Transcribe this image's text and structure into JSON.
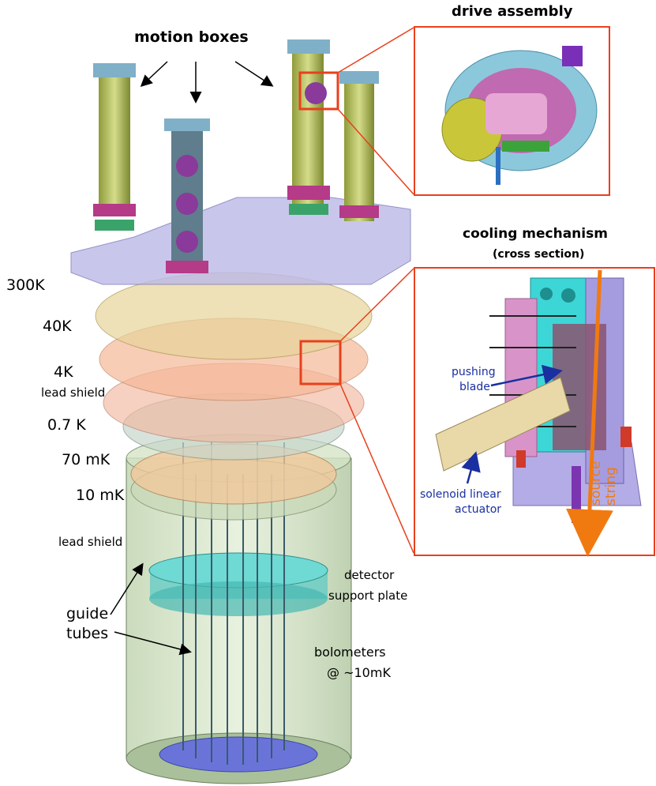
{
  "labels": {
    "motion_boxes": "motion boxes",
    "drive_assembly": "drive assembly",
    "cooling_mechanism": "cooling mechanism",
    "cross_section": "(cross section)",
    "temp_300k": "300K",
    "temp_40k": "40K",
    "temp_4k": "4K",
    "lead_shield_top": "lead shield",
    "temp_07k": "0.7 K",
    "temp_70mk": "70 mK",
    "temp_10mk": "10 mK",
    "lead_shield_bottom": "lead shield",
    "guide_tubes_1": "guide",
    "guide_tubes_2": "tubes",
    "detector_1": "detector",
    "detector_2": "support plate",
    "bolometers_1": "bolometers",
    "bolometers_2": "@ ~10mK",
    "pushing_blade_1": "pushing",
    "pushing_blade_2": "blade",
    "solenoid_1": "solenoid linear",
    "solenoid_2": "actuator",
    "source_string_1": "source",
    "source_string_2": "string"
  },
  "colors": {
    "callout": "#e8401c",
    "annotation_blue": "#1a2fa0",
    "source_orange": "#f07a10"
  }
}
